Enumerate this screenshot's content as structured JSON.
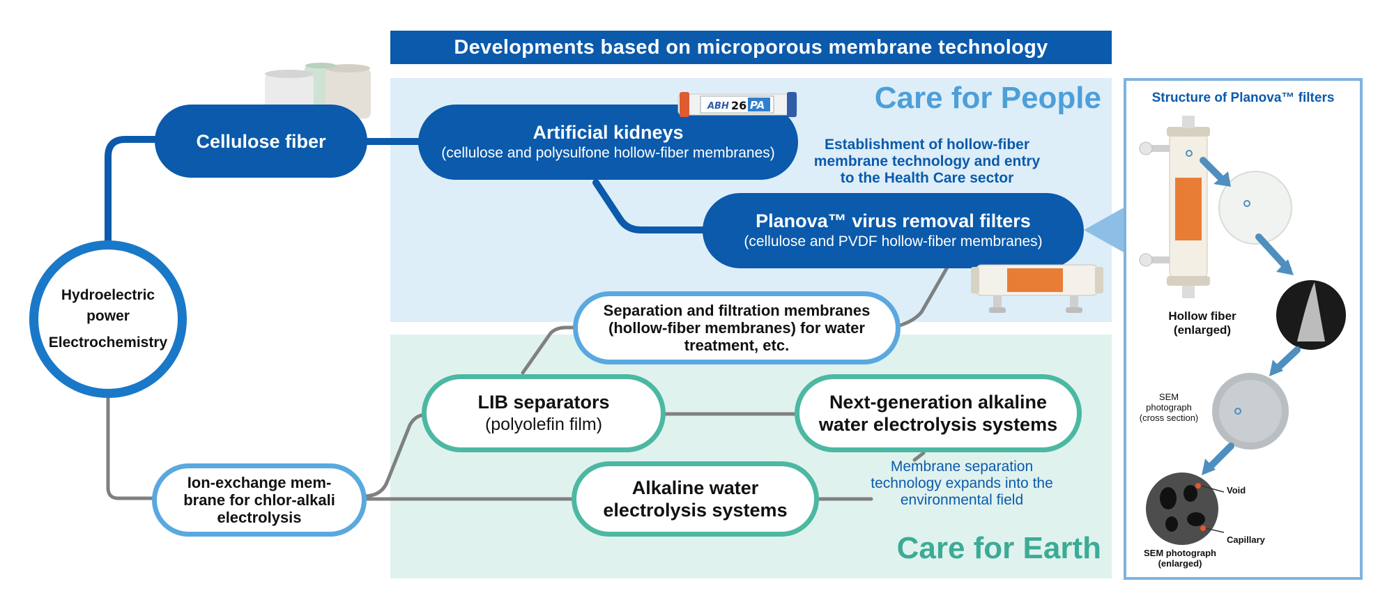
{
  "banner": {
    "title": "Developments based on microporous membrane technology"
  },
  "zones": {
    "people": "Care for People",
    "earth": "Care for Earth"
  },
  "origin": {
    "line1": "Hydroelectric",
    "line2": "power",
    "line3": "Electrochemistry"
  },
  "nodes": {
    "cellulose": "Cellulose fiber",
    "kidneys": {
      "title": "Artificial kidneys",
      "sub": "(cellulose and polysulfone hollow-fiber membranes)"
    },
    "planova": {
      "title": "Planova™ virus removal filters",
      "sub": "(cellulose and PVDF hollow-fiber membranes)"
    },
    "separation": {
      "line1": "Separation and filtration membranes",
      "line2": "(hollow-fiber membranes) for water",
      "line3": "treatment, etc."
    },
    "lib": {
      "title": "LIB separators",
      "sub": "(polyolefin film)"
    },
    "nextgen": {
      "line1": "Next-generation alkaline",
      "line2": "water electrolysis systems"
    },
    "ionex": {
      "line1": "Ion-exchange mem-",
      "line2": "brane for chlor-alkali",
      "line3": "electrolysis"
    },
    "alkaline": {
      "line1": "Alkaline water",
      "line2": "electrolysis systems"
    }
  },
  "notes": {
    "healthcare": {
      "line1": "Establishment of hollow-fiber",
      "line2": "membrane technology and entry",
      "line3": "to the Health Care sector"
    },
    "environment": {
      "line1": "Membrane separation",
      "line2": "technology expands into the",
      "line3": "environmental field"
    }
  },
  "panel": {
    "title": "Structure of Planova™ filters",
    "hollow_fiber": {
      "line1": "Hollow fiber",
      "line2": "(enlarged)"
    },
    "sem_cross": {
      "line1": "SEM",
      "line2": "photograph",
      "line3": "(cross section)"
    },
    "sem_enlarged": {
      "line1": "SEM photograph",
      "line2": "(enlarged)"
    },
    "void": "Void",
    "capillary": "Capillary"
  },
  "product_label": {
    "brand": "ABH",
    "num": "26",
    "code": "PA"
  },
  "colors": {
    "navy": "#0b5aab",
    "sky": "#5aa8e0",
    "teal": "#4cb8a2",
    "people_bg": "#ddeef9",
    "earth_bg": "#e0f2ee"
  }
}
